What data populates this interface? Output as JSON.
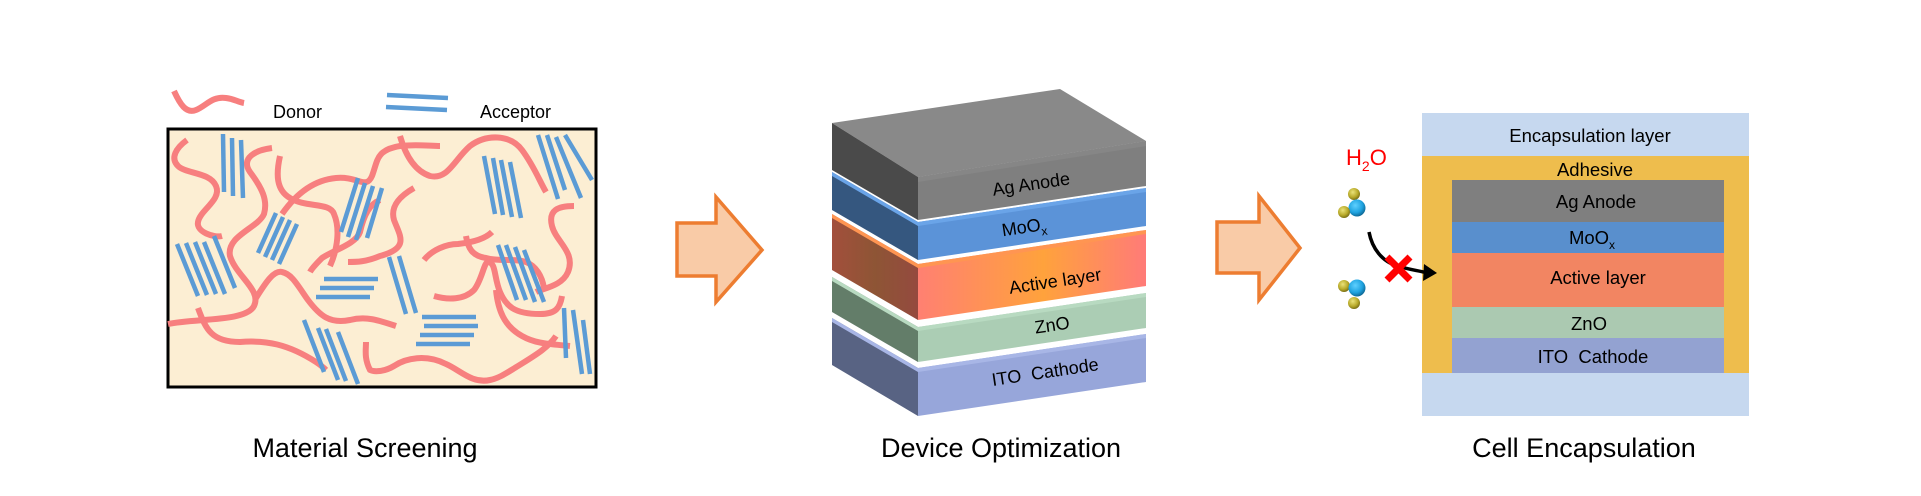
{
  "colors": {
    "donor": "#F77F7F",
    "acceptor": "#5B9BD5",
    "blend_fill": "#FCEED3",
    "arrow_fill": "#F9CBA7",
    "arrow_stroke": "#ED7D31",
    "ag": "#7F7F7F",
    "ag_side": "#4A4A4A",
    "ag_top": "#898989",
    "moox": "#5B93D8",
    "moox_side": "#35577F",
    "active_left": "#FF8072",
    "active_mid": "#FFA23C",
    "active_right": "#FF7B78",
    "active_side_a": "#A24F3C",
    "active_side_b": "#8E5535",
    "zno": "#ABCDB4",
    "zno_side": "#637D69",
    "ito": "#97A6DA",
    "ito_side": "#586383",
    "enc": "#C6D8EF",
    "adhesive": "#EEBD4D",
    "flat_ag": "#7F7F7F",
    "flat_moox": "#598FCD",
    "flat_active": "#F28562",
    "flat_zno": "#ABC9B1",
    "flat_ito": "#93A2D1",
    "water_label": "#FF0000",
    "block_x": "#FF0000"
  },
  "panels": [
    {
      "id": "material-screening",
      "caption": "Material Screening",
      "legend": [
        {
          "icon": "donor-wave-icon",
          "label": "Donor"
        },
        {
          "icon": "acceptor-lines-icon",
          "label": "Acceptor"
        }
      ]
    },
    {
      "id": "device-optimization",
      "caption": "Device Optimization",
      "layers": [
        {
          "name": "ag-anode",
          "label": "Ag Anode"
        },
        {
          "name": "moox",
          "label": "MoO",
          "sub": "x"
        },
        {
          "name": "active-layer",
          "label": "Active layer"
        },
        {
          "name": "zno",
          "label": "ZnO"
        },
        {
          "name": "ito-cathode",
          "label": "ITO  Cathode"
        }
      ]
    },
    {
      "id": "cell-encapsulation",
      "caption": "Cell Encapsulation",
      "encapsulation_label": "Encapsulation layer",
      "adhesive_label": "Adhesive",
      "water": {
        "main": "H",
        "sub": "2",
        "tail": "O"
      },
      "layers": [
        {
          "name": "ag-anode",
          "label": "Ag Anode"
        },
        {
          "name": "moox",
          "label": "MoO",
          "sub": "x"
        },
        {
          "name": "active-layer",
          "label": "Active layer"
        },
        {
          "name": "zno",
          "label": "ZnO"
        },
        {
          "name": "ito-cathode",
          "label": "ITO  Cathode"
        }
      ]
    }
  ]
}
